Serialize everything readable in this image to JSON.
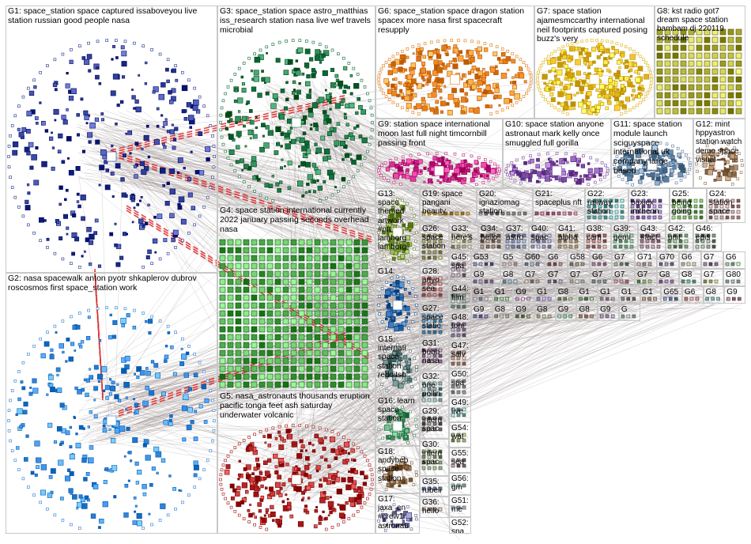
{
  "title": "",
  "groups": [
    {
      "id": "G1",
      "label": "G1: space_station space captured issaboveyou live station russian good people nasa",
      "color": "#1f2f8a"
    },
    {
      "id": "G2",
      "label": "G2: nasa spacewalk anton pyotr shkaplerov dubrov roscosmos first space_station work",
      "color": "#2a7fd4"
    },
    {
      "id": "G3",
      "label": "G3: space_station space astro_matthias iss_research station nasa live wef travels microbial",
      "color": "#0c6b3a"
    },
    {
      "id": "G4",
      "label": "G4: space station international currently 2022 january passing seconds overhead nasa",
      "color": "#2e8b2e"
    },
    {
      "id": "G5",
      "label": "G5: nasa_astronauts thousands eruption pacific tonga feet ash saturday underwater volcanic",
      "color": "#a01010"
    },
    {
      "id": "G6",
      "label": "G6: space_station space dragon station spacex more nasa first spacecraft resupply",
      "color": "#e07b16"
    },
    {
      "id": "G7",
      "label": "G7: space station ajamesmccarthy international neil footprints captured posing buzz's very",
      "color": "#e0b416"
    },
    {
      "id": "G8",
      "label": "G8: kst radio got7 dream space station bambam dj 220119 schedule",
      "color": "#8a8a10"
    },
    {
      "id": "G9",
      "label": "G9: station space international moon last full night timcornbill passing front",
      "color": "#c0187c"
    },
    {
      "id": "G10",
      "label": "G10: space station anyone astronaut mark kelly once smuggled full gorilla",
      "color": "#7a4aa0"
    },
    {
      "id": "G11",
      "label": "G11: space station module launch sciguyspace international uk company large based",
      "color": "#5a7a9a"
    },
    {
      "id": "G12",
      "label": "G12: mint hppyastron station watch demo space visual",
      "color": "#8a6a4a"
    },
    {
      "id": "G13",
      "label": "G13: space themed artwork #nft lamborg lamborg",
      "color": "#6a8a2a"
    },
    {
      "id": "G14",
      "label": "G14:",
      "color": "#1a5a9a"
    },
    {
      "id": "G15",
      "label": "G15: internati space station redditsp",
      "color": "#4a6a6a"
    },
    {
      "id": "G16",
      "label": "G16: learn space station",
      "color": "#3a8a5a"
    },
    {
      "id": "G17",
      "label": "G17: jaxa_en #crew1 astronau",
      "color": "#5a5a8a"
    },
    {
      "id": "G18",
      "label": "G18: andybeb space station",
      "color": "#7a5a3a"
    },
    {
      "id": "G19",
      "label": "G19: space pangani beauty",
      "color": "#9a7a2a"
    },
    {
      "id": "G20",
      "label": "G20: ignaziomag station",
      "color": "#6a6a6a"
    },
    {
      "id": "G21",
      "label": "G21: spaceplus nft",
      "color": "#8a4a6a"
    },
    {
      "id": "G22",
      "label": "G22: railway station",
      "color": "#4a8a8a"
    },
    {
      "id": "G23",
      "label": "G23: baxiex imtheon",
      "color": "#6a4a8a"
    },
    {
      "id": "G24",
      "label": "G24: station space",
      "color": "#8a6a6a"
    },
    {
      "id": "G25",
      "label": "G25: being going",
      "color": "#5a8a4a"
    },
    {
      "id": "G26",
      "label": "G26: space station",
      "color": "#7a7a4a"
    },
    {
      "id": "G27",
      "label": "G27: space statio",
      "color": "#4a7a9a"
    },
    {
      "id": "G28",
      "label": "G28: anyo see",
      "color": "#9a5a5a"
    },
    {
      "id": "G29",
      "label": "G29: intern spac",
      "color": "#5a5a5a"
    },
    {
      "id": "G30",
      "label": "G30: intern spac",
      "color": "#6a7a5a"
    },
    {
      "id": "G31",
      "label": "G31: bobb nasa",
      "color": "#7a5a7a"
    },
    {
      "id": "G32",
      "label": "G32: one pollin",
      "color": "#5a7a7a"
    },
    {
      "id": "G33",
      "label": "G33: here's",
      "color": "#8a8a6a"
    },
    {
      "id": "G34",
      "label": "G34: hello",
      "color": "#6a5a4a"
    },
    {
      "id": "G35",
      "label": "G35: rubeli",
      "color": "#4a5a7a"
    },
    {
      "id": "G36",
      "label": "G36: hello",
      "color": "#7a6a5a"
    },
    {
      "id": "G37",
      "label": "G37: astro",
      "color": "#5a6a8a"
    },
    {
      "id": "G38",
      "label": "G38: cam",
      "color": "#8a5a5a"
    },
    {
      "id": "G39",
      "label": "G39: gemi",
      "color": "#5a8a6a"
    },
    {
      "id": "G40",
      "label": "G40: spac",
      "color": "#6a6a8a"
    },
    {
      "id": "G41",
      "label": "G41: alpha",
      "color": "#8a7a5a"
    },
    {
      "id": "G42",
      "label": "G42: unit",
      "color": "#5a7a5a"
    },
    {
      "id": "G43",
      "label": "G43: #fact",
      "color": "#7a5a6a"
    },
    {
      "id": "G44",
      "label": "G44: film",
      "color": "#6a8a7a"
    },
    {
      "id": "G45",
      "label": "G45: spa",
      "color": "#7a6a7a"
    },
    {
      "id": "G46",
      "label": "G46: epis",
      "color": "#5a6a5a"
    },
    {
      "id": "G47",
      "label": "G47: salv",
      "color": "#8a6a5a"
    },
    {
      "id": "G48",
      "label": "G48: toni",
      "color": "#6a5a7a"
    },
    {
      "id": "G49",
      "label": "G49: live",
      "color": "#5a8a8a"
    },
    {
      "id": "G50",
      "label": "G50: spa",
      "color": "#7a7a7a"
    },
    {
      "id": "G51",
      "label": "G51: me",
      "color": "#6a7a8a"
    },
    {
      "id": "G52",
      "label": "G52: spa",
      "color": "#8a5a7a"
    },
    {
      "id": "G53",
      "label": "G53",
      "color": "#5a5a7a"
    },
    {
      "id": "G54",
      "label": "G54: wat",
      "color": "#7a8a5a"
    },
    {
      "id": "G55",
      "label": "G55: sea",
      "color": "#6a5a5a"
    },
    {
      "id": "G56",
      "label": "G56: gm",
      "color": "#5a7a6a"
    },
    {
      "id": "G57",
      "label": "G5",
      "color": "#8a7a7a"
    },
    {
      "id": "G58",
      "label": "G58",
      "color": "#6a6a5a"
    },
    {
      "id": "G59",
      "label": "G6",
      "color": "#7a5a5a"
    },
    {
      "id": "G60",
      "label": "G60",
      "color": "#5a6a7a"
    },
    {
      "id": "G61",
      "label": "G6",
      "color": "#8a6a7a"
    },
    {
      "id": "G62",
      "label": "G7",
      "color": "#6a7a6a"
    },
    {
      "id": "G63",
      "label": "G71",
      "color": "#7a6a6a"
    },
    {
      "id": "G64",
      "label": "G70",
      "color": "#5a5a6a"
    },
    {
      "id": "G65",
      "label": "G6",
      "color": "#7a7a6a"
    },
    {
      "id": "G66",
      "label": "G7",
      "color": "#6a5a6a"
    },
    {
      "id": "G67",
      "label": "G6",
      "color": "#6a8a6a"
    },
    {
      "id": "G68",
      "label": "G9",
      "color": "#7a6a8a"
    },
    {
      "id": "G69",
      "label": "G8",
      "color": "#5a7a8a"
    },
    {
      "id": "G70",
      "label": "G7",
      "color": "#8a7a6a"
    },
    {
      "id": "G71",
      "label": "G7",
      "color": "#6a6a7a"
    },
    {
      "id": "G72",
      "label": "G7",
      "color": "#7a8a7a"
    },
    {
      "id": "G73",
      "label": "G7",
      "color": "#5a6a6a"
    },
    {
      "id": "G74",
      "label": "G7",
      "color": "#8a5a6a"
    },
    {
      "id": "G75",
      "label": "G7",
      "color": "#6a8a5a"
    },
    {
      "id": "G76",
      "label": "G8",
      "color": "#7a5a8a"
    },
    {
      "id": "G77",
      "label": "G8",
      "color": "#5a8a7a"
    },
    {
      "id": "G78",
      "label": "G7",
      "color": "#8a8a5a"
    },
    {
      "id": "G79",
      "label": "G80",
      "color": "#6a7a7a"
    },
    {
      "id": "G80",
      "label": "G1",
      "color": "#7a7a8a"
    },
    {
      "id": "G81",
      "label": "G1",
      "color": "#5a8a5a"
    },
    {
      "id": "G82",
      "label": "G9",
      "color": "#8a6a8a"
    },
    {
      "id": "G83",
      "label": "G1",
      "color": "#6a5a8a"
    },
    {
      "id": "G84",
      "label": "G8",
      "color": "#7a8a6a"
    },
    {
      "id": "G85",
      "label": "G1",
      "color": "#5a7a5a"
    },
    {
      "id": "G86",
      "label": "G1",
      "color": "#8a7a8a"
    },
    {
      "id": "G87",
      "label": "G1",
      "color": "#6a6a6a"
    },
    {
      "id": "G88",
      "label": "G1",
      "color": "#7a6a5a"
    },
    {
      "id": "G89",
      "label": "G65",
      "color": "#5a6a8a"
    },
    {
      "id": "G90",
      "label": "G6",
      "color": "#8a5a5a"
    },
    {
      "id": "G91",
      "label": "G8",
      "color": "#6a8a8a"
    },
    {
      "id": "G92",
      "label": "G9",
      "color": "#7a5a6a"
    },
    {
      "id": "G93",
      "label": "G9",
      "color": "#5a5a8a"
    },
    {
      "id": "G94",
      "label": "G8",
      "color": "#8a8a7a"
    },
    {
      "id": "G95",
      "label": "G9",
      "color": "#6a7a5a"
    },
    {
      "id": "G96",
      "label": "G8",
      "color": "#7a7a5a"
    },
    {
      "id": "G97",
      "label": "G9",
      "color": "#5a8a6a"
    },
    {
      "id": "G98",
      "label": "G8",
      "color": "#8a6a5a"
    },
    {
      "id": "G99",
      "label": "G9",
      "color": "#6a5a7a"
    },
    {
      "id": "G100",
      "label": "G",
      "color": "#7a8a8a"
    }
  ]
}
